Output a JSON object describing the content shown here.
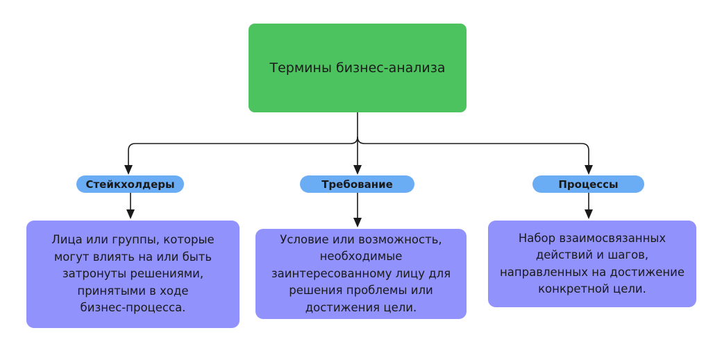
{
  "diagram": {
    "type": "tree",
    "title": "Термины бизнес-анализа",
    "colors": {
      "root_fill": "#4cc35e",
      "label_fill": "#6badf5",
      "description_fill": "#9192fb",
      "connector_stroke": "#1a1a1a",
      "text": "#1a1a1a",
      "background": "#ffffff"
    },
    "root": {
      "label": "Термины бизнес-анализа"
    },
    "branches": [
      {
        "label": "Стейкхолдеры",
        "description": "Лица или группы, которые\nмогут влиять на или быть\nзатронуты решениями,\nпринятыми в ходе\nбизнес-процесса."
      },
      {
        "label": "Требование",
        "description": "Условие или возможность,\nнеобходимые\nзаинтересованному лицу для\nрешения проблемы или\nдостижения цели."
      },
      {
        "label": "Процессы",
        "description": "Набор взаимосвязанных\nдействий и шагов,\nнаправленных на достижение\nконкретной цели."
      }
    ]
  }
}
